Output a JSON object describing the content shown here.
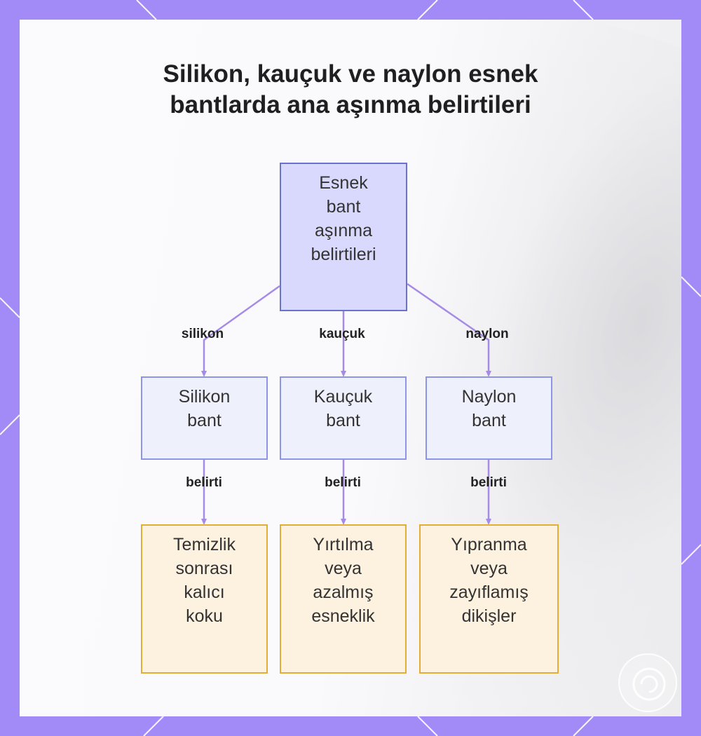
{
  "diagram": {
    "title_lines": [
      "Silikon, kauçuk ve naylon esnek",
      "bantlarda ana aşınma belirtileri"
    ],
    "root": {
      "label": "Esnek\nbant\naşınma\nbelirtileri"
    },
    "branches": [
      {
        "edge_label": "silikon",
        "mid_label": "Silikon\nbant",
        "leaf_edge_label": "belirti",
        "leaf_label": "Temizlik\nsonrası\nkalıcı\nkoku"
      },
      {
        "edge_label": "kauçuk",
        "mid_label": "Kauçuk\nbant",
        "leaf_edge_label": "belirti",
        "leaf_label": "Yırtılma\nveya\nazalmış\nesneklik"
      },
      {
        "edge_label": "naylon",
        "mid_label": "Naylon\nbant",
        "leaf_edge_label": "belirti",
        "leaf_label": "Yıpranma\nveya\nzayıflamış\ndikişler"
      }
    ]
  },
  "colors": {
    "frame": "#a28af7",
    "edge": "#a58ae6",
    "root_fill": "#d9d9fe",
    "root_border": "#6a73cc",
    "mid_fill": "#eef0fb",
    "mid_border": "#8d96e6",
    "leaf_fill": "#fdf1e0",
    "leaf_border": "#e3ae35"
  },
  "icons": {
    "badge": "circular-logo-icon"
  }
}
